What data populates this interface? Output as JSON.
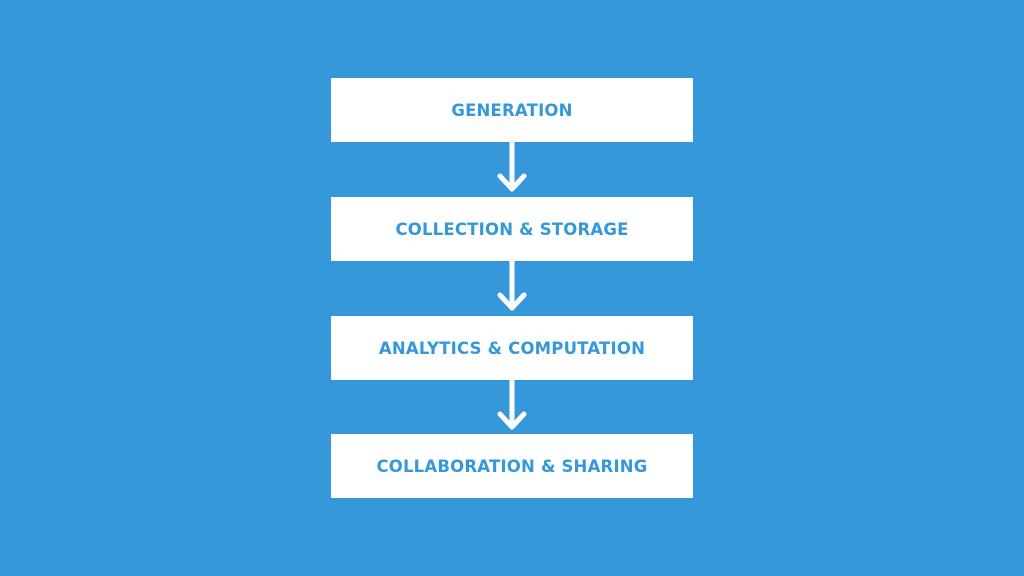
{
  "colors": {
    "background": "#3498db",
    "box_fill": "#ffffff",
    "label_text": "#3498db",
    "arrow": "#ffffff"
  },
  "flow": {
    "stages": [
      {
        "label": "GENERATION"
      },
      {
        "label": "COLLECTION & STORAGE"
      },
      {
        "label": "ANALYTICS & COMPUTATION"
      },
      {
        "label": "COLLABORATION & SHARING"
      }
    ],
    "connectors": [
      {
        "from": "GENERATION",
        "to": "COLLECTION & STORAGE",
        "icon": "arrow-down-icon"
      },
      {
        "from": "COLLECTION & STORAGE",
        "to": "ANALYTICS & COMPUTATION",
        "icon": "arrow-down-icon"
      },
      {
        "from": "ANALYTICS & COMPUTATION",
        "to": "COLLABORATION & SHARING",
        "icon": "arrow-down-icon"
      }
    ]
  }
}
